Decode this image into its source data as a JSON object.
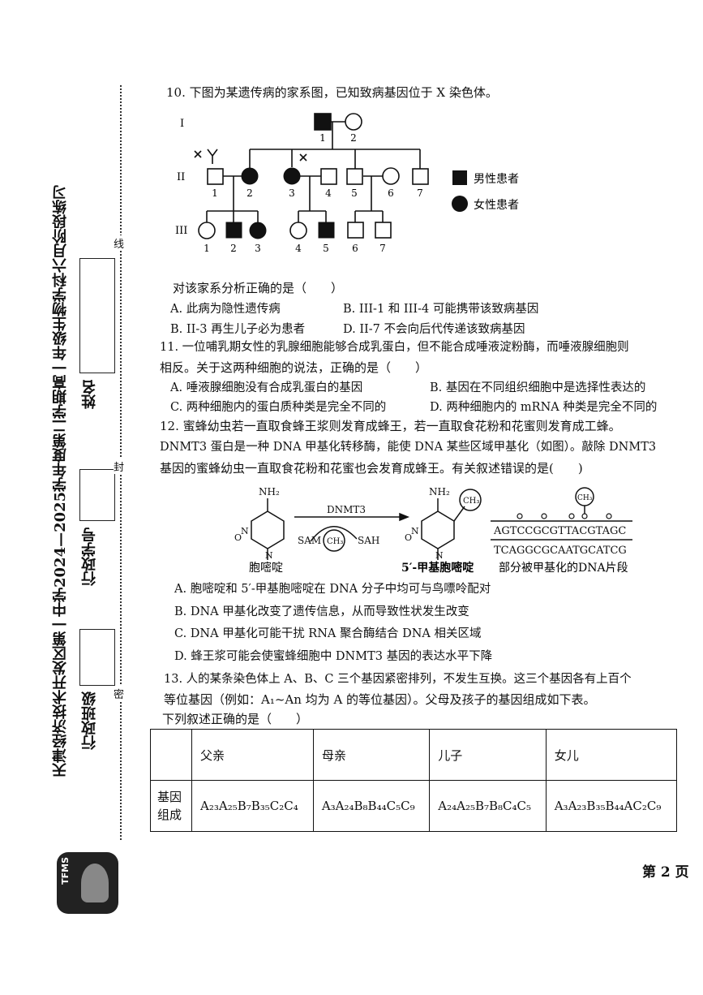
{
  "side": {
    "school_title": "天津经济技术开发区第一中学2024—2025学年度第二学期高一年级生物学科六月阶段练习",
    "name_label": "姓名",
    "student_no_label": "行政学号",
    "class_label": "行政班级",
    "seal_chars": [
      "线",
      "封",
      "密"
    ]
  },
  "q10": {
    "stem": "10. 下图为某遗传病的家系图，已知致病基因位于 X 染色体。",
    "gen_labels": [
      "I",
      "II",
      "III"
    ],
    "legend_male": "男性患者",
    "legend_female": "女性患者",
    "prompt": "对该家系分析正确的是（　　）",
    "A": "A. 此病为隐性遗传病",
    "B": "B. III-1 和 III-4 可能携带该致病基因",
    "C": "B.  II-3 再生儿子必为患者",
    "D": "D. II-7 不会向后代传递该致病基因"
  },
  "q11": {
    "line1": "11. 一位哺乳期女性的乳腺细胞能够合成乳蛋白，但不能合成唾液淀粉酶，而唾液腺细胞则",
    "line2": "相反。关于这两种细胞的说法，正确的是（　　）",
    "A": "A. 唾液腺细胞没有合成乳蛋白的基因",
    "B": "B. 基因在不同组织细胞中是选择性表达的",
    "C": "C. 两种细胞内的蛋白质种类是完全不同的",
    "D": "D. 两种细胞内的 mRNA 种类是完全不同的"
  },
  "q12": {
    "line1": "12. 蜜蜂幼虫若一直取食蜂王浆则发育成蜂王，若一直取食花粉和花蜜则发育成工蜂。",
    "line2": "DNMT3 蛋白是一种 DNA 甲基化转移酶，能使 DNA 某些区域甲基化（如图）。敲除 DNMT3",
    "line3": "基因的蜜蜂幼虫一直取食花粉和花蜜也会发育成蜂王。有关叙述错误的是(　　)",
    "enzyme": "DNMT3",
    "sam": "SAM",
    "sah": "SAH",
    "ch3": "CH₃",
    "nh2": "NH₂",
    "cytosine": "胞嘧啶",
    "methyl_cytosine": "5′-甲基胞嘧啶",
    "seq_top": "AGTCCGCGTTACGTAGC",
    "seq_bottom": "TCAGGCGCAATGCATCG",
    "dna_caption": "部分被甲基化的DNA片段",
    "A": "A. 胞嘧啶和 5′-甲基胞嘧啶在 DNA 分子中均可与鸟嘌呤配对",
    "B": "B. DNA 甲基化改变了遗传信息，从而导致性状发生改变",
    "C": "C. DNA 甲基化可能干扰 RNA 聚合酶结合 DNA 相关区域",
    "D": "D. 蜂王浆可能会使蜜蜂细胞中 DNMT3 基因的表达水平下降"
  },
  "q13": {
    "line1": "13. 人的某条染色体上 A、B、C 三个基因紧密排列，不发生互换。这三个基因各有上百个",
    "line2": "等位基因（例如：A₁~An 均为 A 的等位基因）。父母及孩子的基因组成如下表。",
    "line3": "下列叙述正确的是（　　）",
    "table": {
      "headers": [
        "",
        "父亲",
        "母亲",
        "儿子",
        "女儿"
      ],
      "row_label": "基因组成",
      "cells": [
        "A₂₃A₂₅B₇B₃₅C₂C₄",
        "A₃A₂₄B₈B₄₄C₅C₉",
        "A₂₄A₂₅B₇B₈C₄C₅",
        "A₃A₂₃B₃₅B₄₄AC₂C₉"
      ]
    }
  },
  "footer": {
    "page": "第 2 页",
    "logo_text": "TFMS"
  }
}
